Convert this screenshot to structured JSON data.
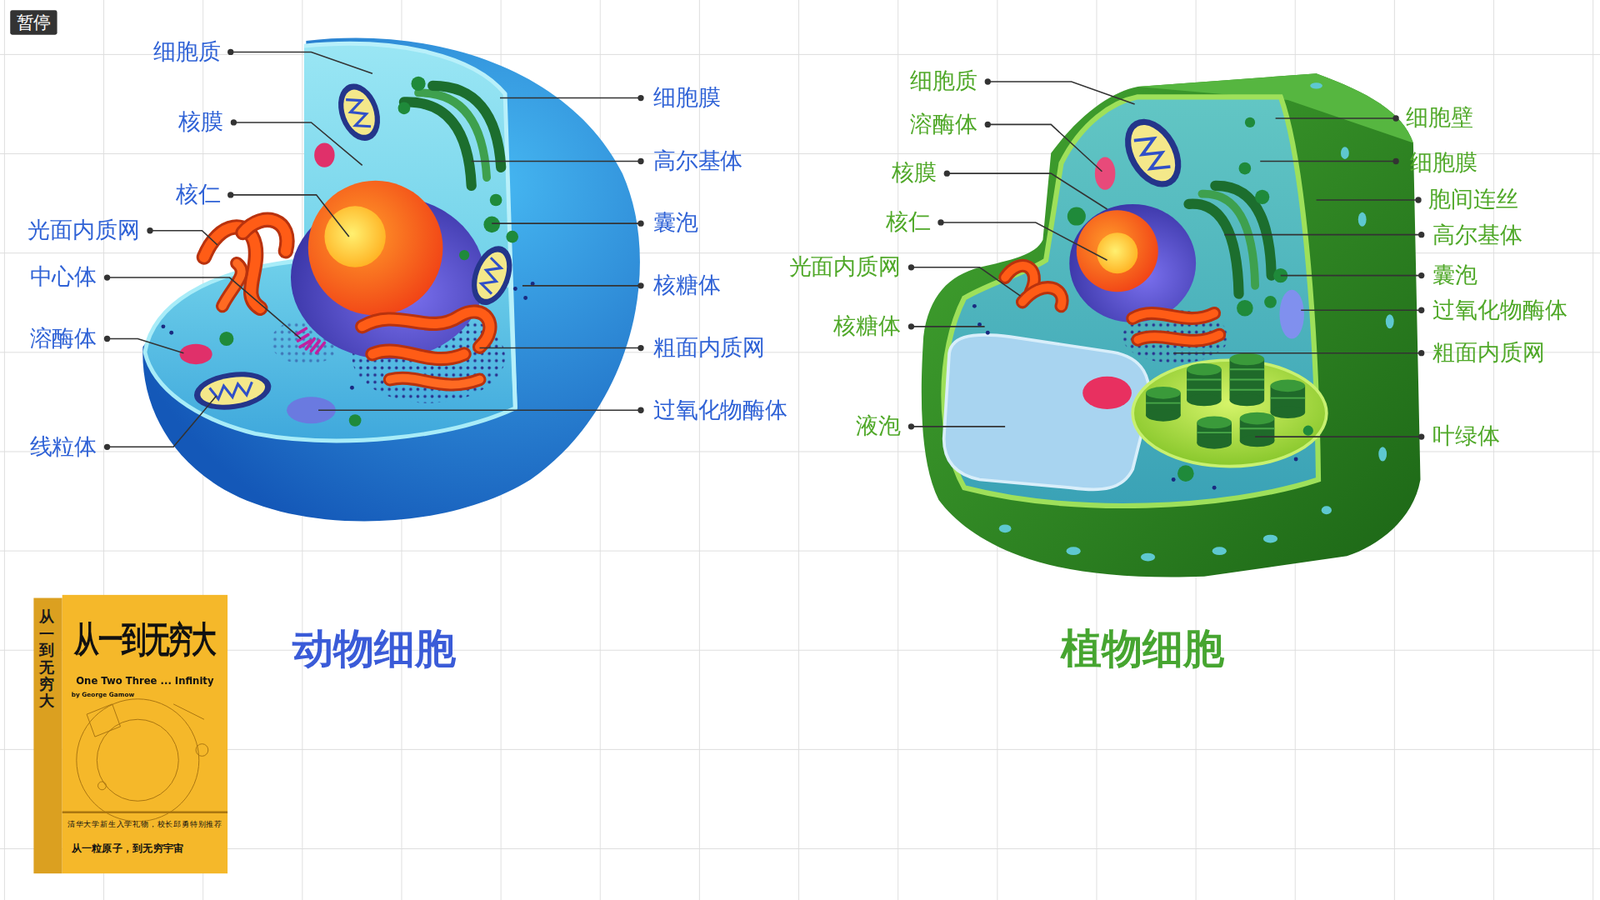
{
  "diagram": {
    "labels": [
      "暂停",
      "细胞质",
      "核膜",
      "核仁",
      "光面内质网",
      "中心体",
      "溶酶体",
      "线粒体",
      "细胞膜",
      "高尔基体",
      "囊泡",
      "核糖体",
      "粗面内质网",
      "过氧化物酶体",
      "细胞质",
      "溶酶体",
      "核膜",
      "核仁",
      "光面内质网",
      "核糖体",
      "液泡",
      "细胞壁",
      "细胞膜",
      "胞间连丝",
      "高尔基体",
      "囊泡",
      "过氧化物酶体",
      "粗面内质网",
      "叶绿体",
      "动物细胞",
      "植物细胞",
      "从一到无穷大",
      "从一到无穷大",
      "One Two Three ... Infinity",
      "by George Gamow",
      "清华大学新生入学礼物，校长邱勇特别推荐",
      "从一粒原子，到无穷宇宙"
    ]
  }
}
